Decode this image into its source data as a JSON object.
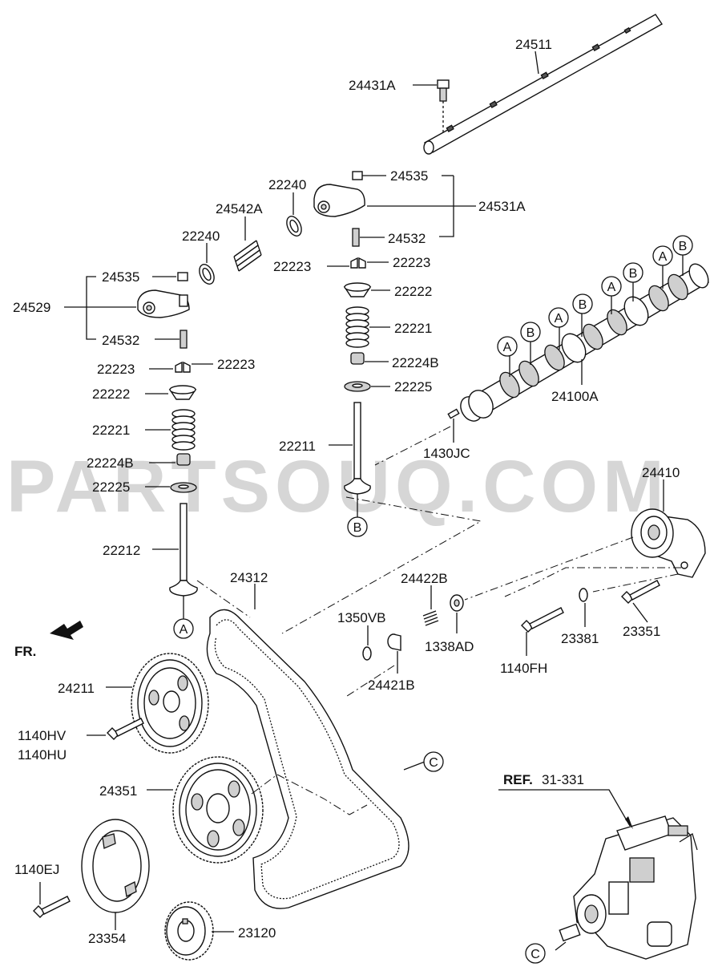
{
  "watermark": "PARTSOUQ.COM",
  "front_label": "FR.",
  "ref_label": {
    "prefix": "REF.",
    "number": "31-331"
  },
  "callouts": {
    "a": "A",
    "b": "B",
    "c": "C"
  },
  "parts": {
    "p24511": "24511",
    "p24431A": "24431A",
    "p24535_r": "24535",
    "p24531A": "24531A",
    "p24532_r": "24532",
    "p22240_r": "22240",
    "p24542A": "24542A",
    "p22240_l": "22240",
    "p22223_r1": "22223",
    "p22223_r2": "22223",
    "p22222_r": "22222",
    "p22221_r": "22221",
    "p22224B_r": "22224B",
    "p22225_r": "22225",
    "p22211": "22211",
    "p24535_l": "24535",
    "p24529": "24529",
    "p24532_l": "24532",
    "p22223_l1": "22223",
    "p22223_l2": "22223",
    "p22222_l": "22222",
    "p22221_l": "22221",
    "p22224B_l": "22224B",
    "p22225_l": "22225",
    "p22212": "22212",
    "p24100A": "24100A",
    "p1430JC": "1430JC",
    "p24410": "24410",
    "p24312": "24312",
    "p24422B": "24422B",
    "p1350VB": "1350VB",
    "p1338AD": "1338AD",
    "p24421B": "24421B",
    "p23381": "23381",
    "p23351": "23351",
    "p1140FH": "1140FH",
    "p24211": "24211",
    "p1140HV": "1140HV",
    "p1140HU": "1140HU",
    "p24351": "24351",
    "p1140EJ": "1140EJ",
    "p23354": "23354",
    "p23120": "23120"
  }
}
